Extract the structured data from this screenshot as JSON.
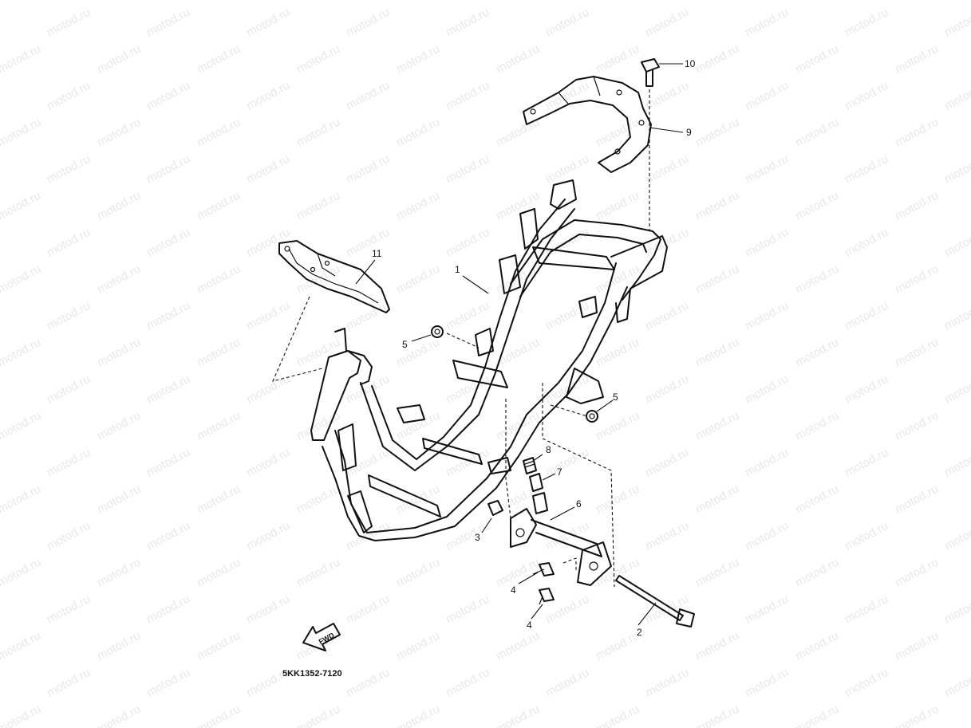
{
  "watermark": "motod.ru",
  "diagram_code": "5KK1352-7120",
  "fwd_label": "FWD",
  "callouts": [
    {
      "id": "c1",
      "label": "1"
    },
    {
      "id": "c2",
      "label": "2"
    },
    {
      "id": "c3",
      "label": "3"
    },
    {
      "id": "c4a",
      "label": "4"
    },
    {
      "id": "c4b",
      "label": "4"
    },
    {
      "id": "c5a",
      "label": "5"
    },
    {
      "id": "c5b",
      "label": "5"
    },
    {
      "id": "c6",
      "label": "6"
    },
    {
      "id": "c7",
      "label": "7"
    },
    {
      "id": "c8",
      "label": "8"
    },
    {
      "id": "c9",
      "label": "9"
    },
    {
      "id": "c10",
      "label": "10"
    },
    {
      "id": "c11",
      "label": "11"
    }
  ]
}
